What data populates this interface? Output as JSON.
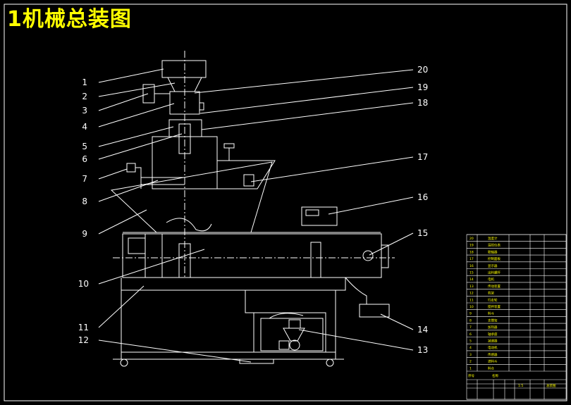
{
  "title": "1机械总装图",
  "callouts": [
    "1",
    "2",
    "3",
    "4",
    "5",
    "6",
    "7",
    "8",
    "9",
    "10",
    "11",
    "12",
    "13",
    "14",
    "15",
    "16",
    "17",
    "18",
    "19",
    "20"
  ],
  "bom": {
    "rows": [
      {
        "no": "20",
        "name": "温度计"
      },
      {
        "no": "19",
        "name": "温控仪表"
      },
      {
        "no": "18",
        "name": "联轴器"
      },
      {
        "no": "17",
        "name": "控制面板"
      },
      {
        "no": "16",
        "name": "显示器"
      },
      {
        "no": "15",
        "name": "出料螺杆"
      },
      {
        "no": "14",
        "name": "电机"
      },
      {
        "no": "13",
        "name": "传动装置"
      },
      {
        "no": "12",
        "name": "机架"
      },
      {
        "no": "11",
        "name": "行走轮"
      },
      {
        "no": "10",
        "name": "搅拌装置"
      },
      {
        "no": "9",
        "name": "料斗"
      },
      {
        "no": "8",
        "name": "支撑架"
      },
      {
        "no": "7",
        "name": "加热器"
      },
      {
        "no": "6",
        "name": "轴承座"
      },
      {
        "no": "5",
        "name": "减速器"
      },
      {
        "no": "4",
        "name": "电动机"
      },
      {
        "no": "3",
        "name": "传感器"
      },
      {
        "no": "2",
        "name": "进料斗"
      },
      {
        "no": "1",
        "name": "料仓"
      }
    ],
    "footer": {
      "seq": "序号",
      "name": "名称",
      "scale": "1:5",
      "drawing": "总装图"
    }
  },
  "colors": {
    "line": "#ffffff",
    "title": "#ffff00",
    "frame": "#ffffff",
    "background": "#000000"
  }
}
